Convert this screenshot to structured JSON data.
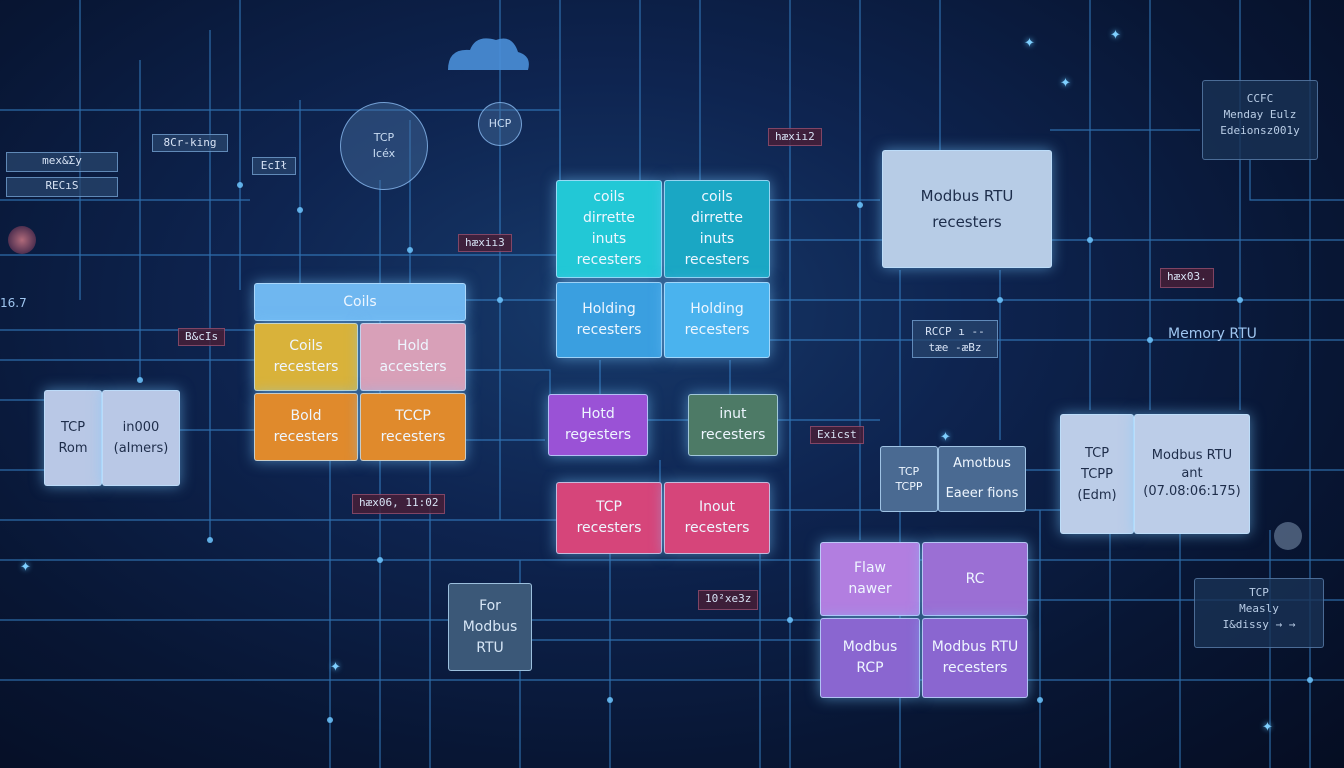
{
  "top_labels": {
    "bdc": "8Cr-king",
    "ecl": "EcIł",
    "hex_a": "hæxiı2",
    "hex_b": "hæxiı3",
    "tcp_left": "hæx06, 11:02",
    "hex_c": "hæx03.",
    "tcp_small": "B&cIs"
  },
  "left": {
    "max_chip": "mex&Ʃy",
    "rec_chip": "RECıS",
    "edge_text": "16.7",
    "tcp_box": "TCP\nRom",
    "in_box": "in000\n(aImers)"
  },
  "circles": {
    "tcp_circle": "TCP\nIcéx",
    "hcp_circle": "HCP"
  },
  "register_block_a": {
    "header": "Coils",
    "coils": "Coils\nrecesters",
    "hold": "Hold\naccesters",
    "bold": "Bold\nrecesters",
    "tccp": "TCCP\nrecesters"
  },
  "register_block_b": {
    "coils_left": "coils\ndirrette\ninuts\nrecesters",
    "coils_right": "coils\ndirrette\ninuts\nrecesters",
    "holding_left": "Holding\nrecesters",
    "holding_right": "Holding\nrecesters",
    "hotd": "Hotd\nregesters",
    "inut": "inut\nrecesters",
    "tcp": "TCP\nrecesters",
    "inout": "Inout\nrecesters"
  },
  "middle": {
    "modbus_box": "For\nModbus\nRTU",
    "dash_tag": "10²xe3z",
    "ex_tag": "Exicst"
  },
  "right": {
    "modbus_rtu": "Modbus RTU\nrecesters",
    "memory_rtu": "Memory RTU",
    "rccp_chip": "RCCP ı --\ntæe -æBz",
    "cdc_panel": "CCFC\nMenday Eulz\nEdeionsz001y",
    "small_tcp": "TCP\nTCPP",
    "amotbus": "Amotbus\nEaeer fions",
    "tcp_pair": "TCP\nTCPP\n(Edm)",
    "modbus_ant": "Modbus RTU\nant\n(07.08:06:175)",
    "tcp_panel": "TCP\nMeasly\nI&dissy → →"
  },
  "purple_block": {
    "flaw": "Flaw\nnawer",
    "rc": "RC",
    "modbus_rcp": "Modbus\nRCP",
    "modbus_rtu": "Modbus RTU\nrecesters"
  },
  "colors": {
    "cyan": "#22c8d6",
    "teal": "#1aa7c4",
    "blue": "#3a9fe0",
    "yellow": "#d9b23a",
    "pink": "#d8a0b8",
    "orange": "#e08a2c",
    "purple": "#9a52d6",
    "green": "#4d7a66",
    "magenta": "#d6457a",
    "lavender": "#9b6fd4"
  }
}
